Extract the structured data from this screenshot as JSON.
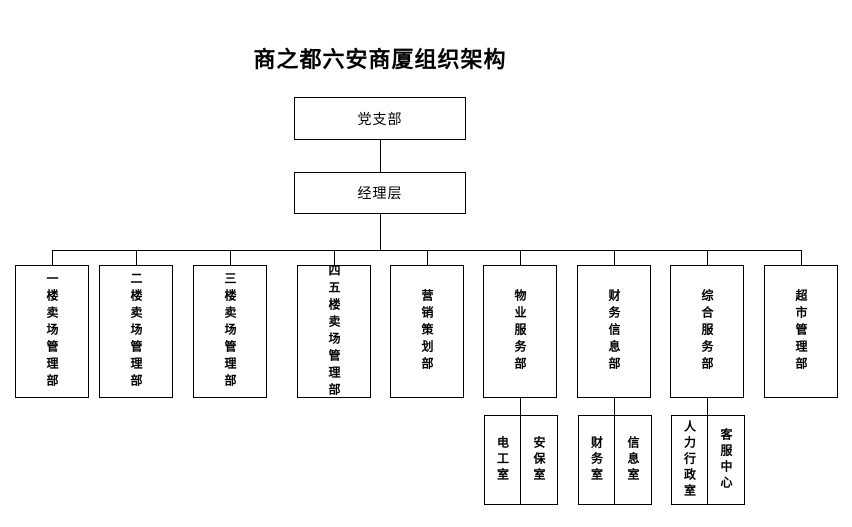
{
  "chart": {
    "title": "商之都六安商厦组织架构",
    "type": "organization-chart",
    "top_nodes": [
      {
        "id": "party-branch",
        "label": "党支部",
        "orientation": "horizontal"
      },
      {
        "id": "management",
        "label": "经理层",
        "orientation": "horizontal"
      }
    ],
    "departments": [
      {
        "id": "floor1-sales",
        "label": "一楼卖场管理部"
      },
      {
        "id": "floor2-sales",
        "label": "二楼卖场管理部"
      },
      {
        "id": "floor3-sales",
        "label": "三楼卖场管理部"
      },
      {
        "id": "floor45-sales",
        "label": "四五楼卖场管理部"
      },
      {
        "id": "marketing",
        "label": "营销策划部"
      },
      {
        "id": "property-service",
        "label": "物业服务部"
      },
      {
        "id": "finance-info",
        "label": "财务信息部"
      },
      {
        "id": "general-service",
        "label": "综合服务部"
      },
      {
        "id": "supermarket",
        "label": "超市管理部"
      }
    ],
    "sub_units": [
      {
        "parent": "property-service",
        "cells": [
          {
            "id": "electrician-room",
            "label": "电工室"
          },
          {
            "id": "security-room",
            "label": "安保室"
          }
        ]
      },
      {
        "parent": "finance-info",
        "cells": [
          {
            "id": "finance-room",
            "label": "财务室"
          },
          {
            "id": "info-room",
            "label": "信息室"
          }
        ]
      },
      {
        "parent": "general-service",
        "cells": [
          {
            "id": "hr-admin-room",
            "label": "人力行政室"
          },
          {
            "id": "customer-center",
            "label": "客服中心"
          }
        ]
      }
    ],
    "colors": {
      "background": "#ffffff",
      "line": "#000000",
      "text": "#000000"
    }
  }
}
